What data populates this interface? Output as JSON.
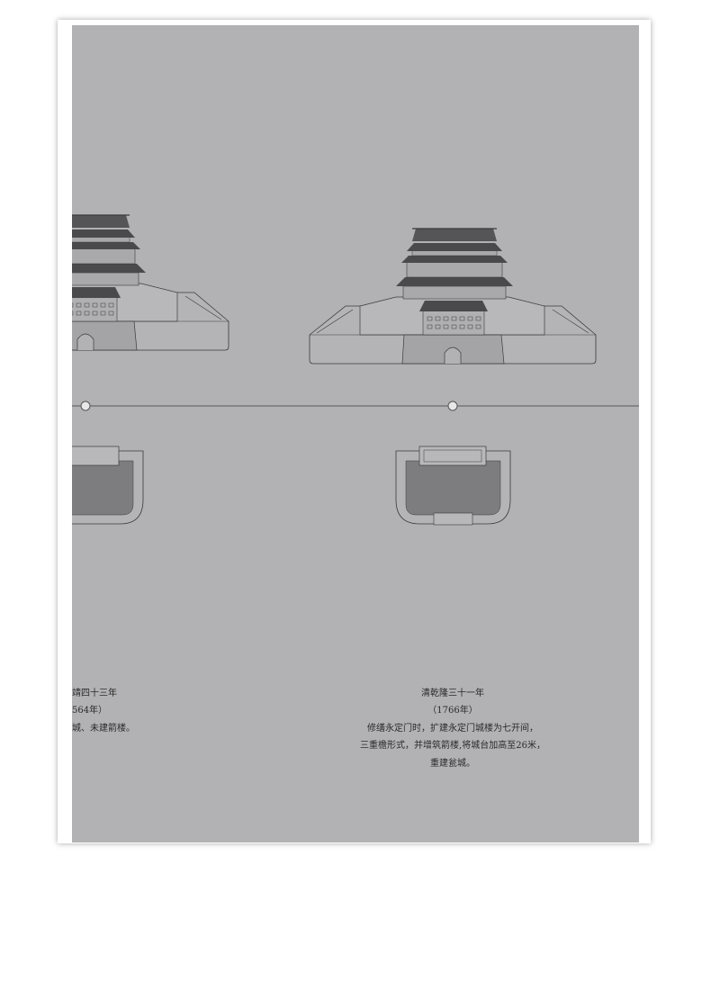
{
  "left_panel": {
    "caption_lines": [
      "靖四十三年",
      "564年）",
      "城、未建箭楼。"
    ]
  },
  "right_panel": {
    "caption_lines": [
      "清乾隆三十一年",
      "（1766年）",
      "修缮永定门时，扩建永定门城楼为七开间，",
      "三重檐形式，并增筑箭楼,将城台加高至26米，",
      "重建瓮城。"
    ]
  },
  "colors": {
    "plate": "#b2b2b4",
    "courtyard": "#7d7d80",
    "line": "#3a3a3c"
  }
}
